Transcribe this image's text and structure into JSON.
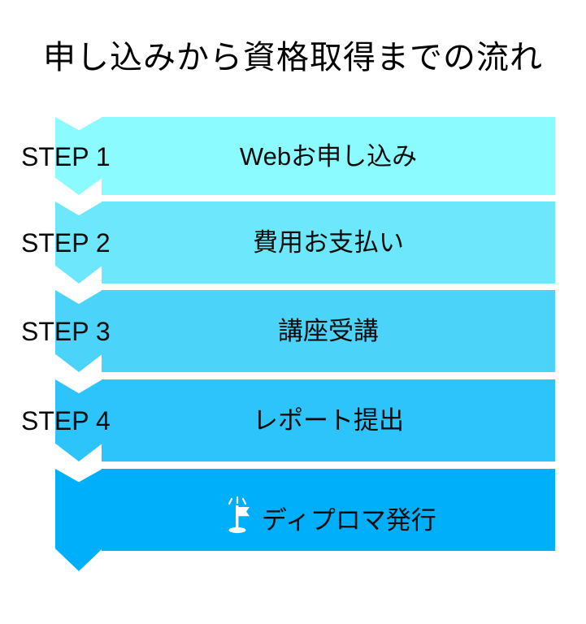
{
  "title": "申し込みから資格取得までの流れ",
  "colors": {
    "background": "#ffffff",
    "text": "#0b0b0b",
    "step1": "#8cfbff",
    "step2": "#6ce7fb",
    "step3": "#4bd3f9",
    "step4": "#2cc4fb",
    "step5": "#00affa",
    "flag_icon": "#ffffff"
  },
  "steps": [
    {
      "label": "STEP 1",
      "text": "Webお申し込み",
      "color": "#8cfbff",
      "icon": ""
    },
    {
      "label": "STEP 2",
      "text": "費用お支払い",
      "color": "#6ce7fb",
      "icon": ""
    },
    {
      "label": "STEP 3",
      "text": "講座受講",
      "color": "#4bd3f9",
      "icon": ""
    },
    {
      "label": "STEP 4",
      "text": "レポート提出",
      "color": "#2cc4fb",
      "icon": ""
    },
    {
      "label": "",
      "text": "ディプロマ発行",
      "color": "#00affa",
      "icon": "goal-flag-icon"
    }
  ]
}
